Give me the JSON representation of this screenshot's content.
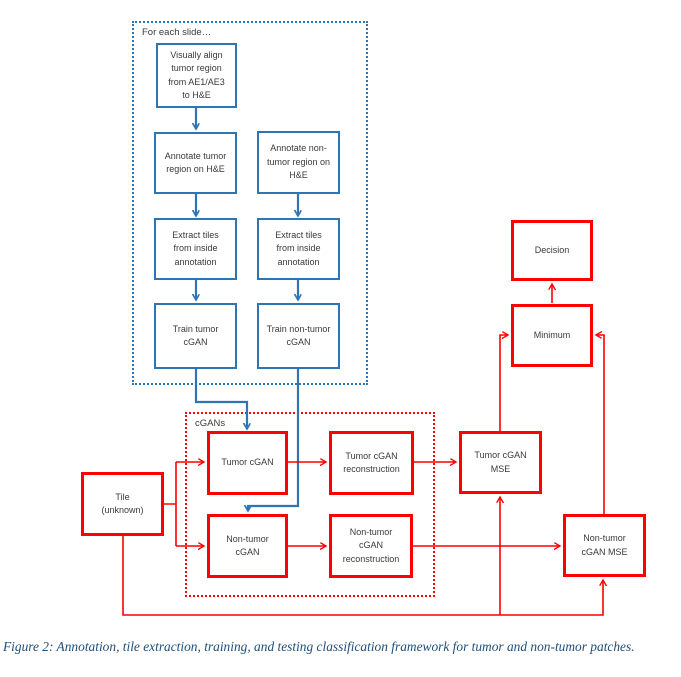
{
  "caption": "Figure 2: Annotation, tile extraction, training, and testing classification framework for tumor and non-tumor patches.",
  "groups": {
    "for_each_slide": "For each slide…",
    "cgans": "cGANs"
  },
  "boxes": {
    "align": "Visually align\ntumor region\nfrom AE1/AE3\nto H&E",
    "annotate_tumor": "Annotate tumor\nregion on H&E",
    "annotate_nontumor": "Annotate non-\ntumor region on\nH&E",
    "extract_tumor": "Extract tiles\nfrom inside\nannotation",
    "extract_nontumor": "Extract tiles\nfrom inside\nannotation",
    "train_tumor": "Train tumor\ncGAN",
    "train_nontumor": "Train non-tumor\ncGAN",
    "tile": "Tile\n(unknown)",
    "tumor_cgan": "Tumor cGAN",
    "tumor_recon": "Tumor cGAN\nreconstruction",
    "nontumor_cgan": "Non-tumor\ncGAN",
    "nontumor_recon": "Non-tumor\ncGAN\nreconstruction",
    "tumor_mse": "Tumor cGAN\nMSE",
    "nontumor_mse": "Non-tumor\ncGAN MSE",
    "minimum": "Minimum",
    "decision": "Decision"
  },
  "colors": {
    "blue": "#2e75b6",
    "red": "#ff0000",
    "text": "#3a3a3a",
    "caption_blue": "#1f4e79"
  }
}
